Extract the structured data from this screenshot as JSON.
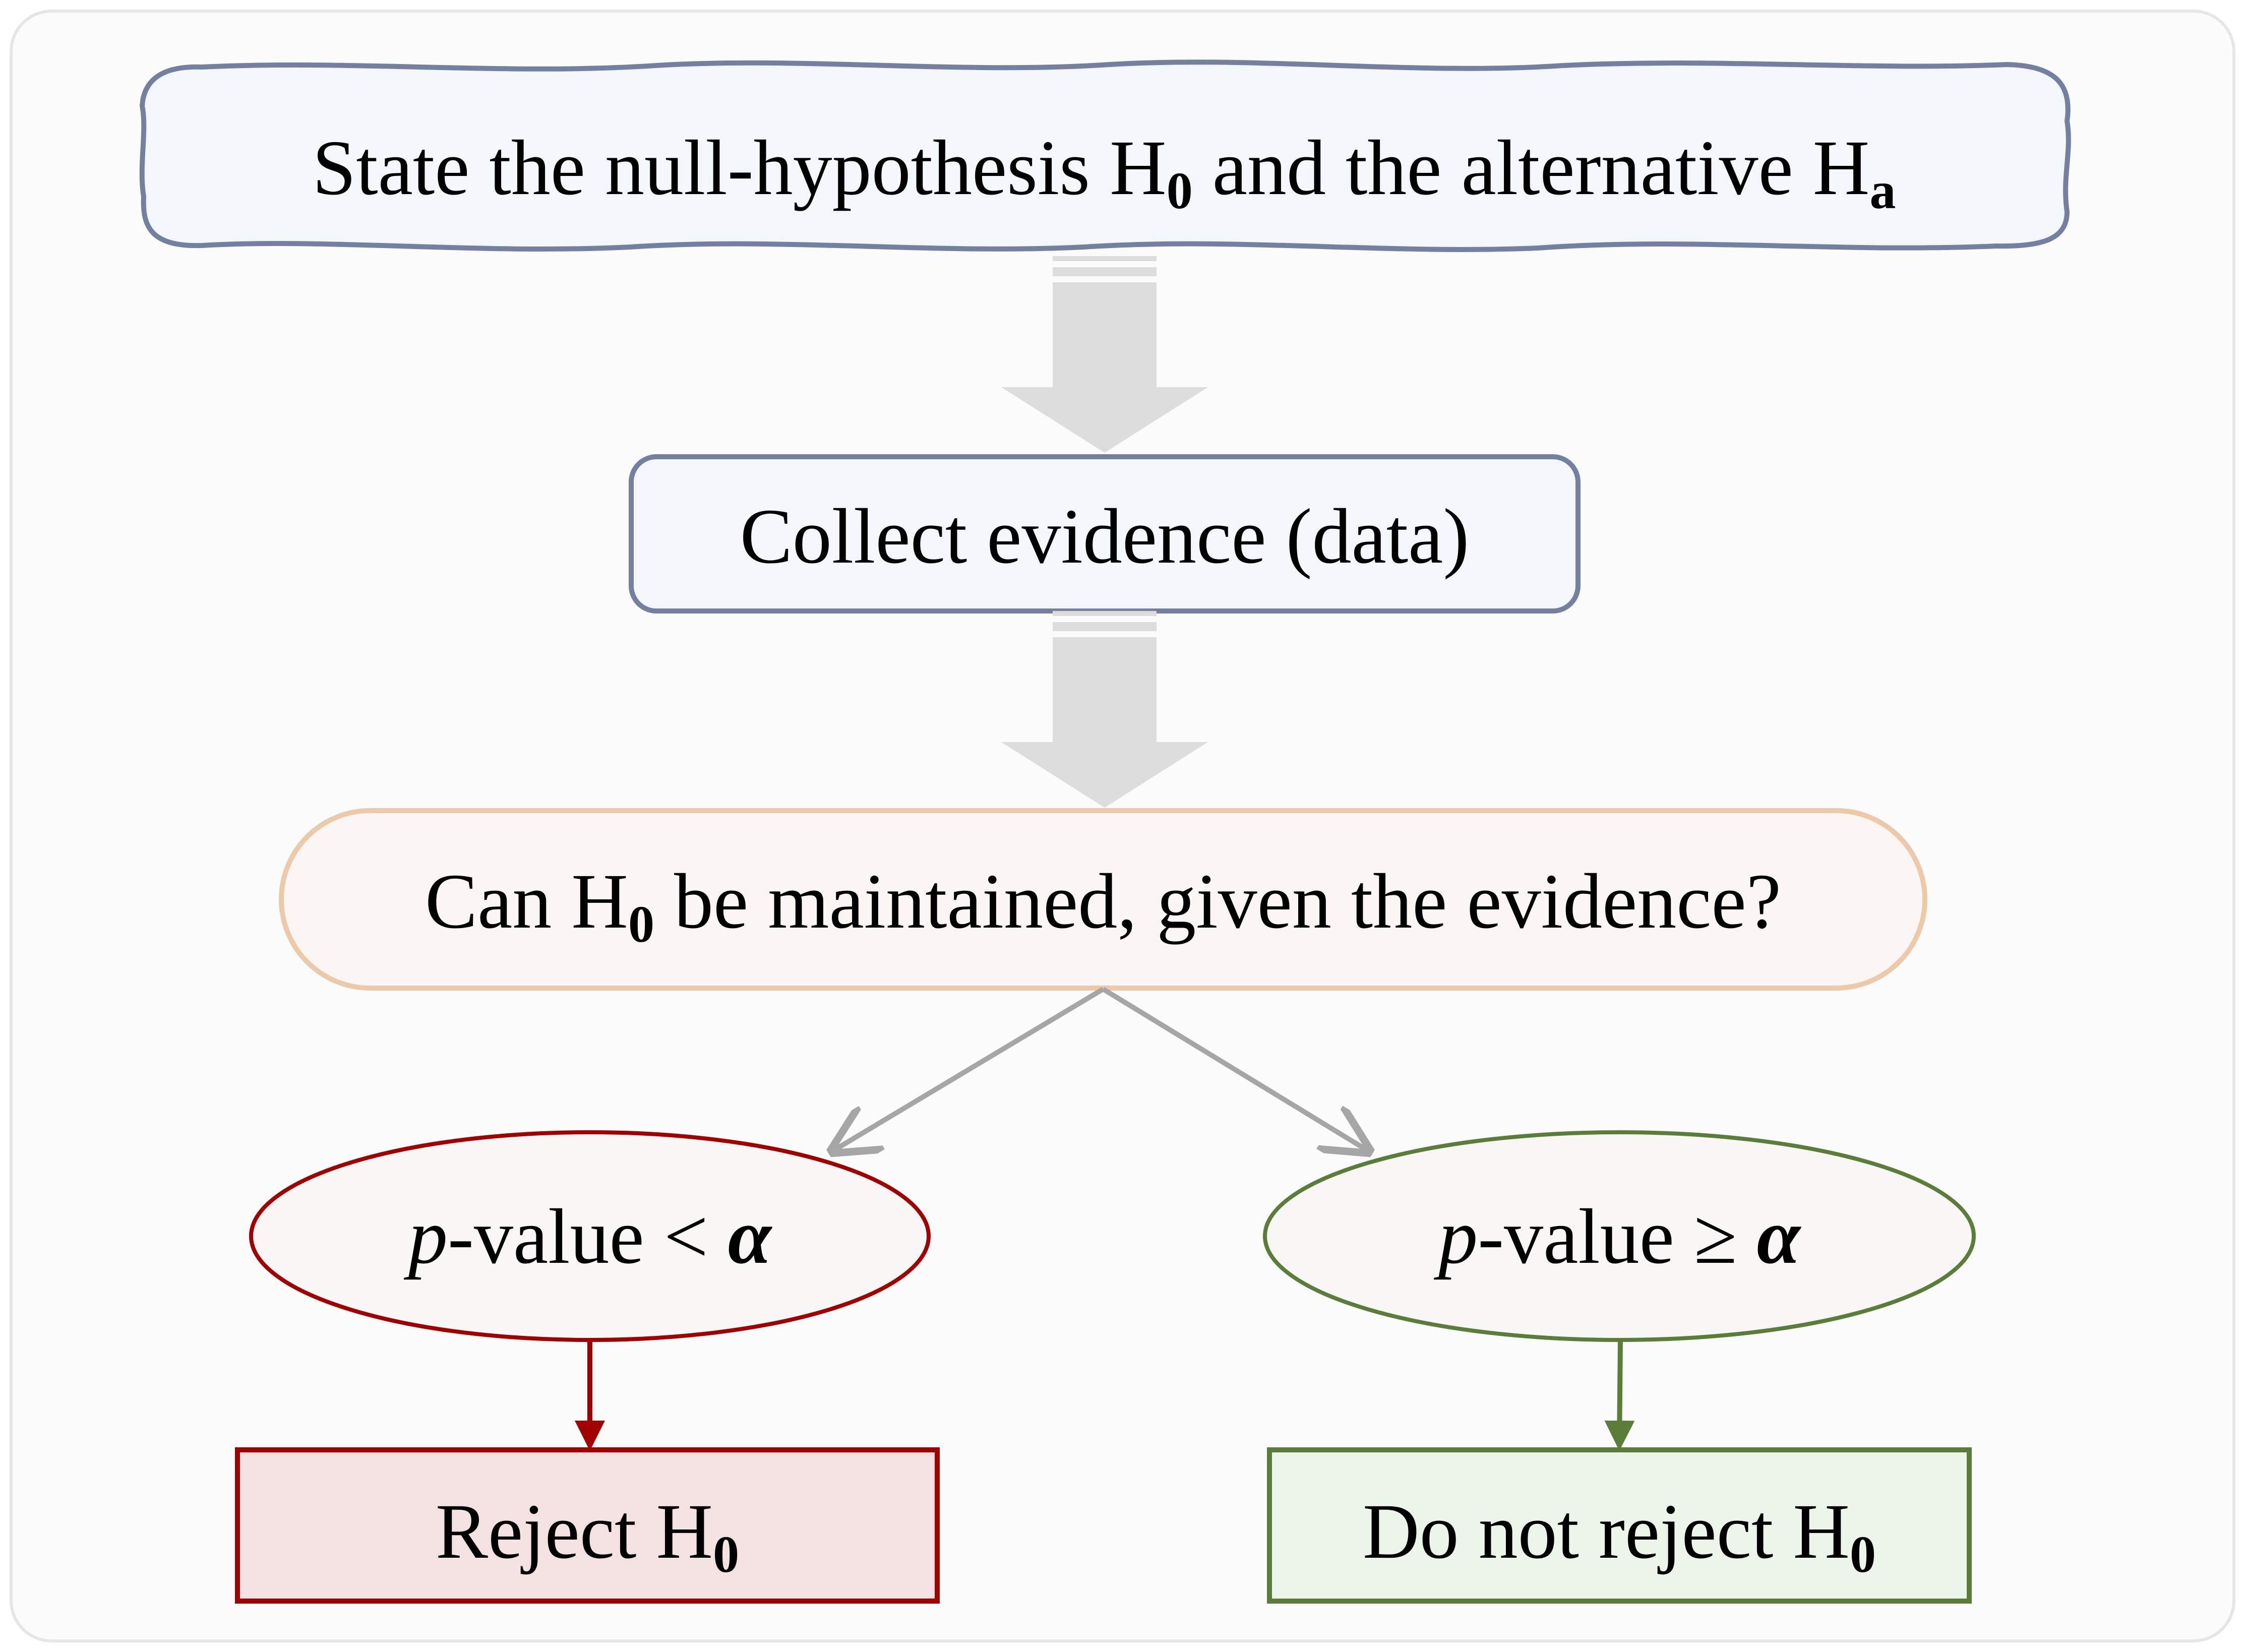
{
  "nodes": {
    "hypothesis": {
      "text_main": "State the null-hypothesis H",
      "sub_0": "0",
      "text_mid": " and the alternative H",
      "sub_a": "a"
    },
    "collect": {
      "text": "Collect evidence (data)"
    },
    "question": {
      "text_pre": "Can H",
      "sub_0": "0",
      "text_post": " be maintained, given the evidence?"
    },
    "left_condition": {
      "p": "p",
      "text": "-value < ",
      "alpha": "α"
    },
    "right_condition": {
      "p": "p",
      "text": "-value ≥ ",
      "alpha": "α"
    },
    "reject": {
      "text": "Reject H",
      "sub_0": "0"
    },
    "not_reject": {
      "text": "Do not reject H",
      "sub_0": "0"
    }
  },
  "colors": {
    "background": "#fbfbfb",
    "frame": "#e6e6e6",
    "blue_stroke": "#7480a0",
    "blue_fill": "#f3f7fb",
    "orange_stroke": "#ecc9a8",
    "orange_fill": "#fbf6f3",
    "red": "#a00000",
    "red_fill": "#f4e1e1",
    "green": "#5a7d3a",
    "green_fill": "#edf4ea",
    "gray_arrow": "#dddddd",
    "gray_line": "#a6a6a6"
  }
}
